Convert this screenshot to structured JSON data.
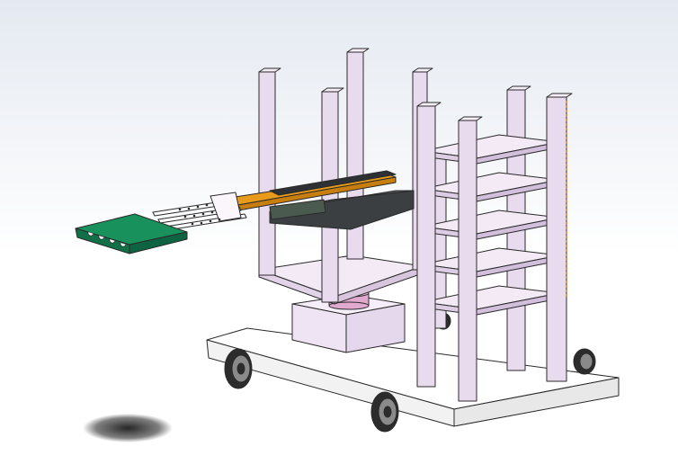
{
  "scene": {
    "colors": {
      "background_top": "#e4e9f1",
      "background_bottom": "#ffffff",
      "frame": "#e9dbee",
      "frame_edge": "#2a2a2a",
      "platform": "#ffffff",
      "rail_orange": "#e89a1a",
      "fork_plate": "#3c3f42",
      "rotary_joint": "#e2a9d0",
      "pcb_board": "#18915c",
      "wheel": "#2c2c2c",
      "rack_marker": "#e07a1e"
    },
    "components": [
      "mobile-base",
      "wheel",
      "lift-column",
      "turntable",
      "rotating-frame",
      "linear-rail",
      "fork-end-effector",
      "storage-rack",
      "circuit-board"
    ],
    "rack_shelf_count": 5,
    "wheel_count": 4
  }
}
